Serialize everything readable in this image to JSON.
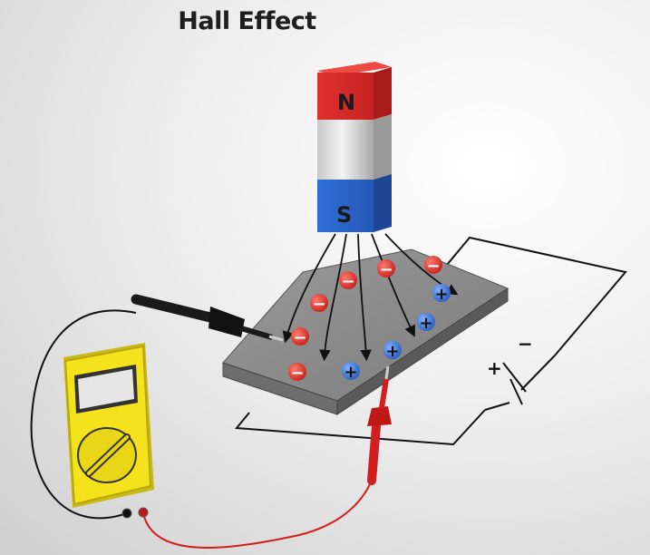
{
  "title": "Hall Effect",
  "magnet": {
    "north_label": "N",
    "south_label": "S",
    "north_color": "#d62b2b",
    "south_color": "#2a63c9"
  },
  "charges": {
    "negative_symbol": "−",
    "positive_symbol": "+",
    "negative_color": "#d8342c",
    "positive_color": "#3a74d6"
  },
  "battery": {
    "plus_label": "+",
    "minus_label": "−"
  },
  "probes": {
    "black_probe_color": "#1a1a1a",
    "red_probe_color": "#d11f1f"
  },
  "multimeter": {
    "body_color": "#f4e21c"
  }
}
